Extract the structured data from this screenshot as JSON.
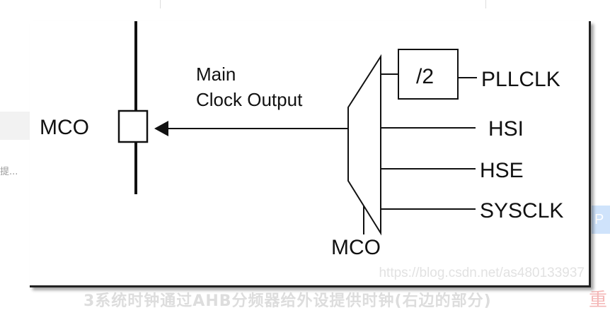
{
  "background": {
    "left_snippet": "提...",
    "right_badge": "P",
    "caption": "3系统时钟通过AHB分频器给外设提供时钟(右边的部分)",
    "caption_right": "重"
  },
  "diagram": {
    "mco_pin_label": "MCO",
    "main_label_line1": "Main",
    "main_label_line2": "Clock Output",
    "divider_label": "/2",
    "sources": [
      "PLLCLK",
      "HSI",
      "HSE",
      "SYSCLK"
    ],
    "mux_select_label": "MCO"
  },
  "watermark": "https://blog.csdn.net/as480133937"
}
